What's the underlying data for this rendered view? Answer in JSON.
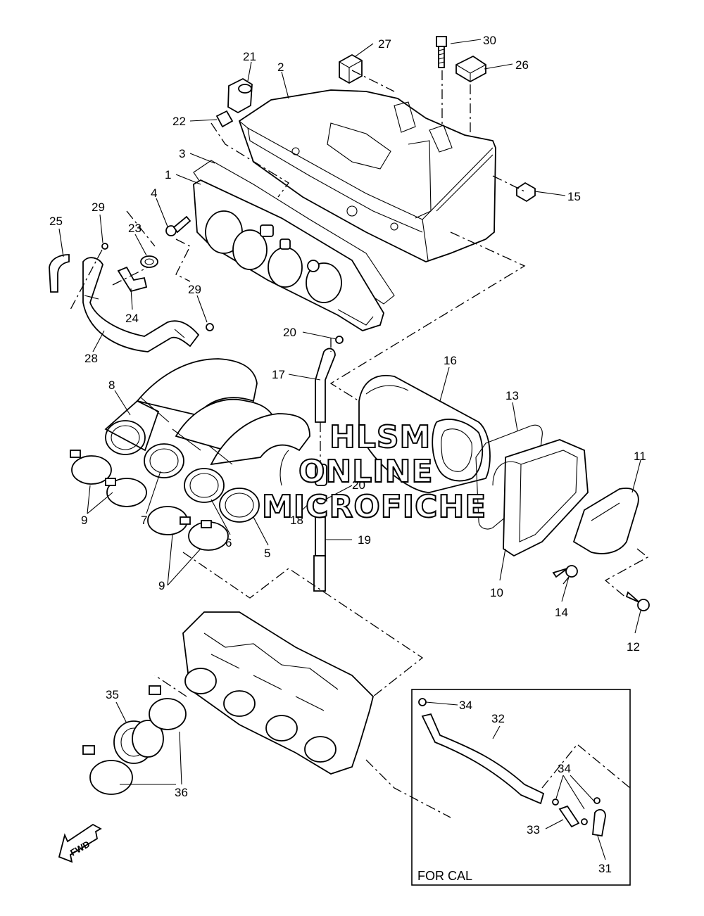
{
  "diagram": {
    "callouts": [
      {
        "id": "c30",
        "text": "30"
      },
      {
        "id": "c27",
        "text": "27"
      },
      {
        "id": "c26",
        "text": "26"
      },
      {
        "id": "c21",
        "text": "21"
      },
      {
        "id": "c2",
        "text": "2"
      },
      {
        "id": "c22",
        "text": "22"
      },
      {
        "id": "c3",
        "text": "3"
      },
      {
        "id": "c1",
        "text": "1"
      },
      {
        "id": "c4",
        "text": "4"
      },
      {
        "id": "c15",
        "text": "15"
      },
      {
        "id": "c25",
        "text": "25"
      },
      {
        "id": "c29a",
        "text": "29"
      },
      {
        "id": "c23",
        "text": "23"
      },
      {
        "id": "c24",
        "text": "24"
      },
      {
        "id": "c29b",
        "text": "29"
      },
      {
        "id": "c20a",
        "text": "20"
      },
      {
        "id": "c28",
        "text": "28"
      },
      {
        "id": "c16",
        "text": "16"
      },
      {
        "id": "c17",
        "text": "17"
      },
      {
        "id": "c13",
        "text": "13"
      },
      {
        "id": "c8",
        "text": "8"
      },
      {
        "id": "c11",
        "text": "11"
      },
      {
        "id": "c20b",
        "text": "20"
      },
      {
        "id": "c9a",
        "text": "9"
      },
      {
        "id": "c7",
        "text": "7"
      },
      {
        "id": "c18",
        "text": "18"
      },
      {
        "id": "c6",
        "text": "6"
      },
      {
        "id": "c19",
        "text": "19"
      },
      {
        "id": "c5",
        "text": "5"
      },
      {
        "id": "c9b",
        "text": "9"
      },
      {
        "id": "c10",
        "text": "10"
      },
      {
        "id": "c14",
        "text": "14"
      },
      {
        "id": "c12",
        "text": "12"
      },
      {
        "id": "c34a",
        "text": "34"
      },
      {
        "id": "c32",
        "text": "32"
      },
      {
        "id": "c35",
        "text": "35"
      },
      {
        "id": "c34b",
        "text": "34"
      },
      {
        "id": "c36",
        "text": "36"
      },
      {
        "id": "c33",
        "text": "33"
      },
      {
        "id": "c31",
        "text": "31"
      }
    ],
    "inset_label": "FOR CAL",
    "forward_arrow_label": "FWD",
    "watermark": [
      "HLSM",
      "ONLINE",
      "MICROFICHE"
    ]
  }
}
